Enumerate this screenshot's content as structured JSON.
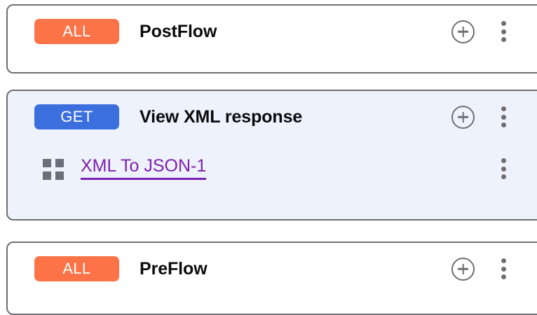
{
  "theme": {
    "page_background": "#ffffff",
    "card_border": "#6e6e73",
    "card_background": "#ffffff",
    "selected_card_background": "#eef2fc",
    "badge_all_color": "#fb7347",
    "badge_get_color": "#3a6fdd",
    "title_color": "#0b0b0c",
    "policy_link_color": "#7d21b2",
    "icon_color": "#6e6e73",
    "policy_icon_color": "#6b6f7b"
  },
  "flows": [
    {
      "id": "postflow",
      "selected": false,
      "method": "ALL",
      "method_style": "all",
      "title": "PostFlow",
      "add_icon": "plus-circle-icon",
      "menu_icon": "kebab-menu-icon",
      "policies": []
    },
    {
      "id": "viewxml",
      "selected": true,
      "method": "GET",
      "method_style": "get",
      "title": "View XML response",
      "add_icon": "plus-circle-icon",
      "menu_icon": "kebab-menu-icon",
      "policies": [
        {
          "id": "xml-to-json-1",
          "icon": "policy-grid-icon",
          "label": "XML To JSON-1",
          "menu_icon": "kebab-menu-icon"
        }
      ]
    },
    {
      "id": "preflow",
      "selected": false,
      "method": "ALL",
      "method_style": "all",
      "title": "PreFlow",
      "add_icon": "plus-circle-icon",
      "menu_icon": "kebab-menu-icon",
      "policies": []
    }
  ]
}
